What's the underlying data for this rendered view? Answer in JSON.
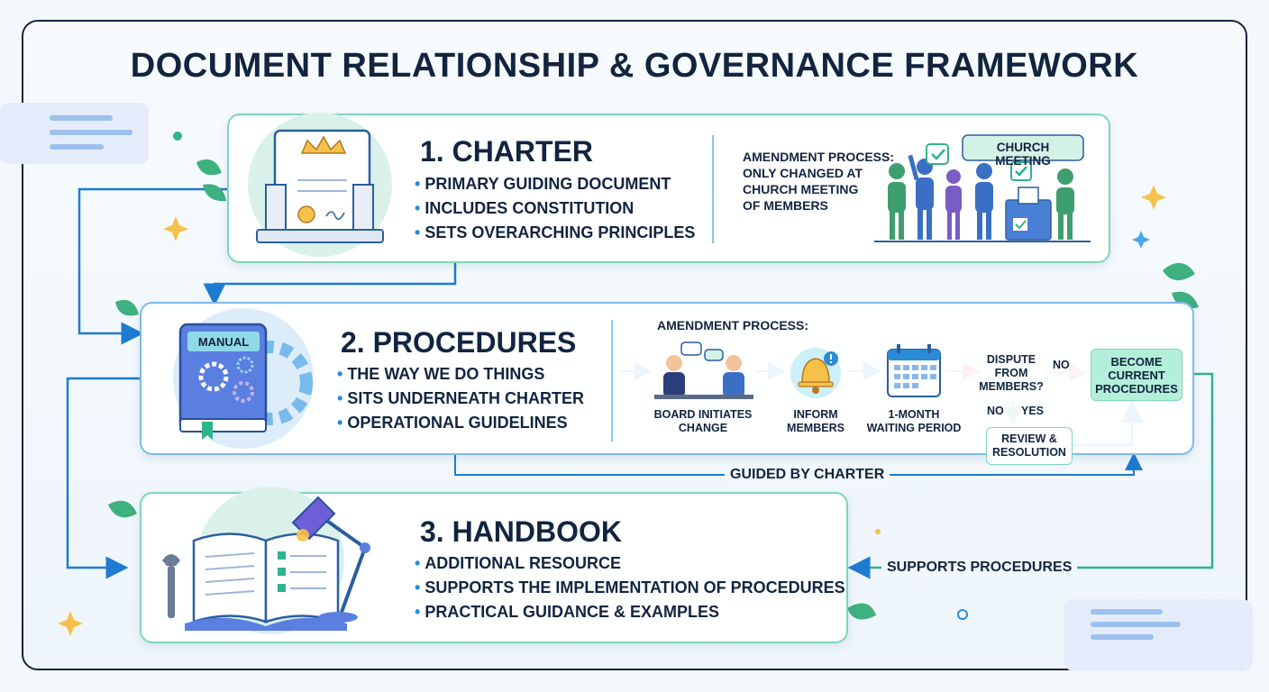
{
  "title": "DOCUMENT RELATIONSHIP & GOVERNANCE FRAMEWORK",
  "charter": {
    "heading": "1. CHARTER",
    "bullets": [
      "PRIMARY GUIDING DOCUMENT",
      "INCLUDES CONSTITUTION",
      "SETS OVERARCHING PRINCIPLES"
    ],
    "amendment_lines": [
      "AMENDMENT PROCESS:",
      "ONLY CHANGED AT",
      "CHURCH MEETING",
      "OF MEMBERS"
    ],
    "meeting_sign": "CHURCH MEETING"
  },
  "procedures": {
    "heading": "2. PROCEDURES",
    "manual_label": "MANUAL",
    "bullets": [
      "THE WAY WE DO THINGS",
      "SITS UNDERNEATH CHARTER",
      "OPERATIONAL GUIDELINES"
    ],
    "amendment_title": "AMENDMENT PROCESS:",
    "steps": [
      {
        "lines": [
          "BOARD INITIATES",
          "CHANGE"
        ]
      },
      {
        "lines": [
          "INFORM",
          "MEMBERS"
        ]
      },
      {
        "lines": [
          "1-MONTH",
          "WAITING PERIOD"
        ]
      }
    ],
    "dispute_lines": [
      "DISPUTE",
      "FROM",
      "MEMBERS?"
    ],
    "no_right": "NO",
    "no_down": "NO",
    "yes_down": "YES",
    "become_lines": [
      "BECOME",
      "CURRENT",
      "PROCEDURES"
    ],
    "review_lines": [
      "REVIEW &",
      "RESOLUTION"
    ]
  },
  "handbook": {
    "heading": "3. HANDBOOK",
    "bullets": [
      "ADDITIONAL RESOURCE",
      "SUPPORTS THE IMPLEMENTATION OF PROCEDURES",
      "PRACTICAL GUIDANCE & EXAMPLES"
    ]
  },
  "connectors": {
    "guided_by_charter": "GUIDED BY CHARTER",
    "supports_procedures": "SUPPORTS PROCEDURES"
  },
  "colors": {
    "navy": "#13243f",
    "blue": "#2a8bd6",
    "mint": "#7fd6b8",
    "red_arrow": "#e0506a"
  }
}
